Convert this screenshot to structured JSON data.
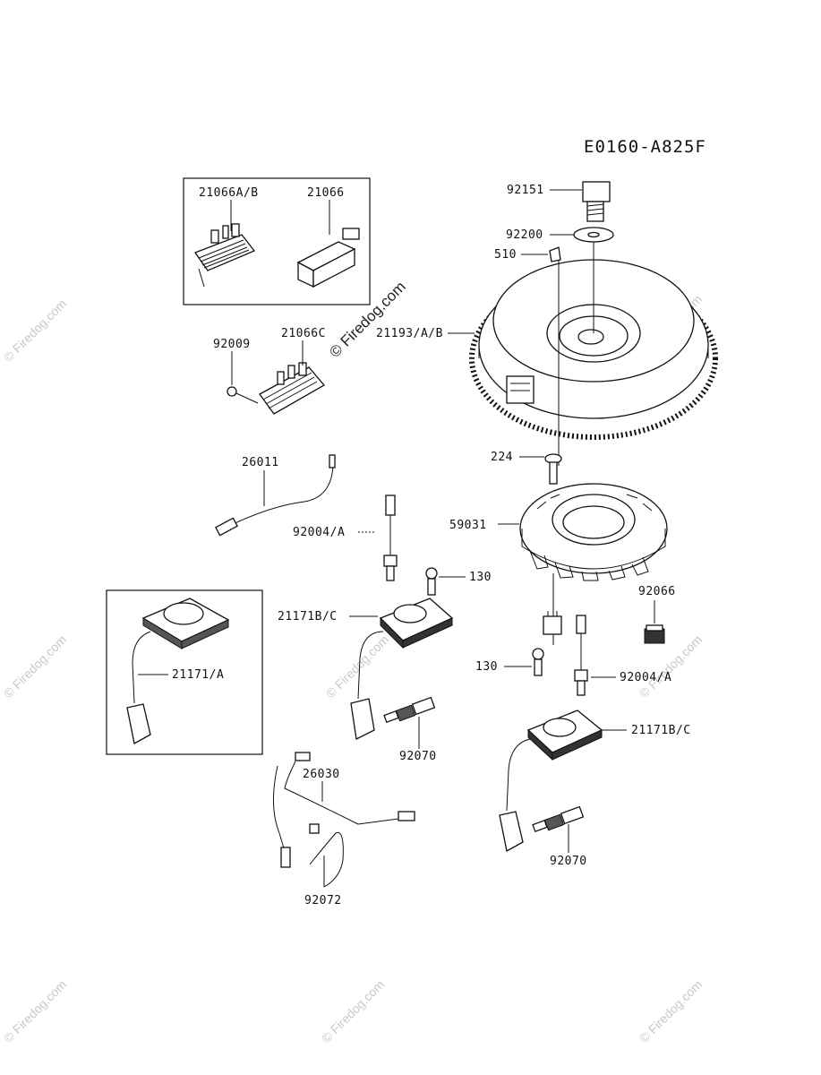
{
  "diagram_code": "E0160-A825F",
  "watermark": "© Firedog.com",
  "parts": {
    "p92151": "92151",
    "p92200": "92200",
    "p510": "510",
    "p21066AB": "21066A/B",
    "p21066": "21066",
    "p21193": "21193/A/B",
    "p92009": "92009",
    "p21066C": "21066C",
    "p224": "224",
    "p26011": "26011",
    "p59031": "59031",
    "p92004A_1": "92004/A",
    "p130_1": "130",
    "p21171BC_1": "21171B/C",
    "p92066": "92066",
    "p21171A": "21171/A",
    "p130_2": "130",
    "p92004A_2": "92004/A",
    "p21171BC_2": "21171B/C",
    "p92070_1": "92070",
    "p26030": "26030",
    "p92070_2": "92070",
    "p92072": "92072"
  }
}
